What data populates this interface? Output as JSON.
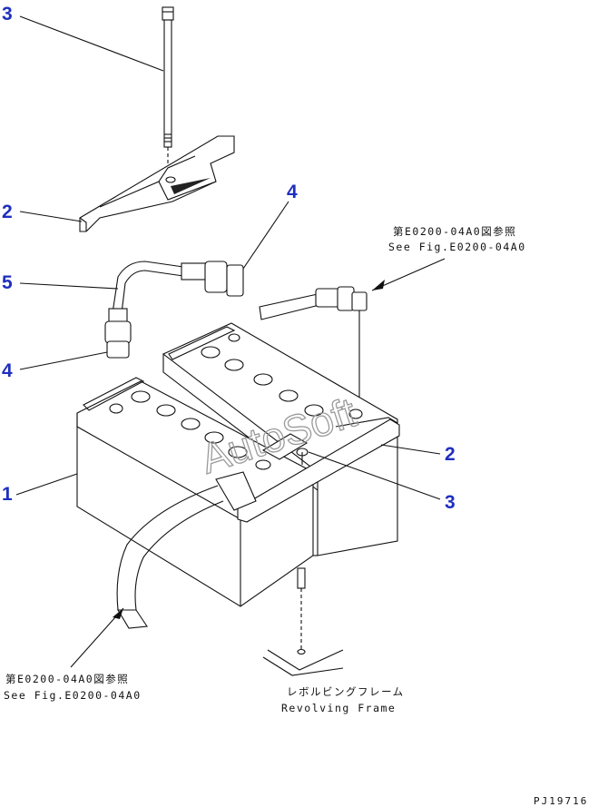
{
  "callouts": [
    {
      "id": "3-top",
      "label": "3"
    },
    {
      "id": "2-left",
      "label": "2"
    },
    {
      "id": "4-upper",
      "label": "4"
    },
    {
      "id": "5",
      "label": "5"
    },
    {
      "id": "4-lower",
      "label": "4"
    },
    {
      "id": "1",
      "label": "1"
    },
    {
      "id": "2-right",
      "label": "2"
    },
    {
      "id": "3-right",
      "label": "3"
    }
  ],
  "notes": {
    "ref_upper_jp": "第E0200-04A0図参照",
    "ref_upper_en": "See Fig.E0200-04A0",
    "ref_lower_jp": "第E0200-04A0図参照",
    "ref_lower_en": "See Fig.E0200-04A0",
    "frame_jp": "レボルビングフレーム",
    "frame_en": "Revolving Frame"
  },
  "watermark": "AutoSoft",
  "drawing_code": "PJ19716",
  "colors": {
    "callout": "#1f2fbf",
    "line": "#111111",
    "watermark": "#9a9a9a"
  }
}
